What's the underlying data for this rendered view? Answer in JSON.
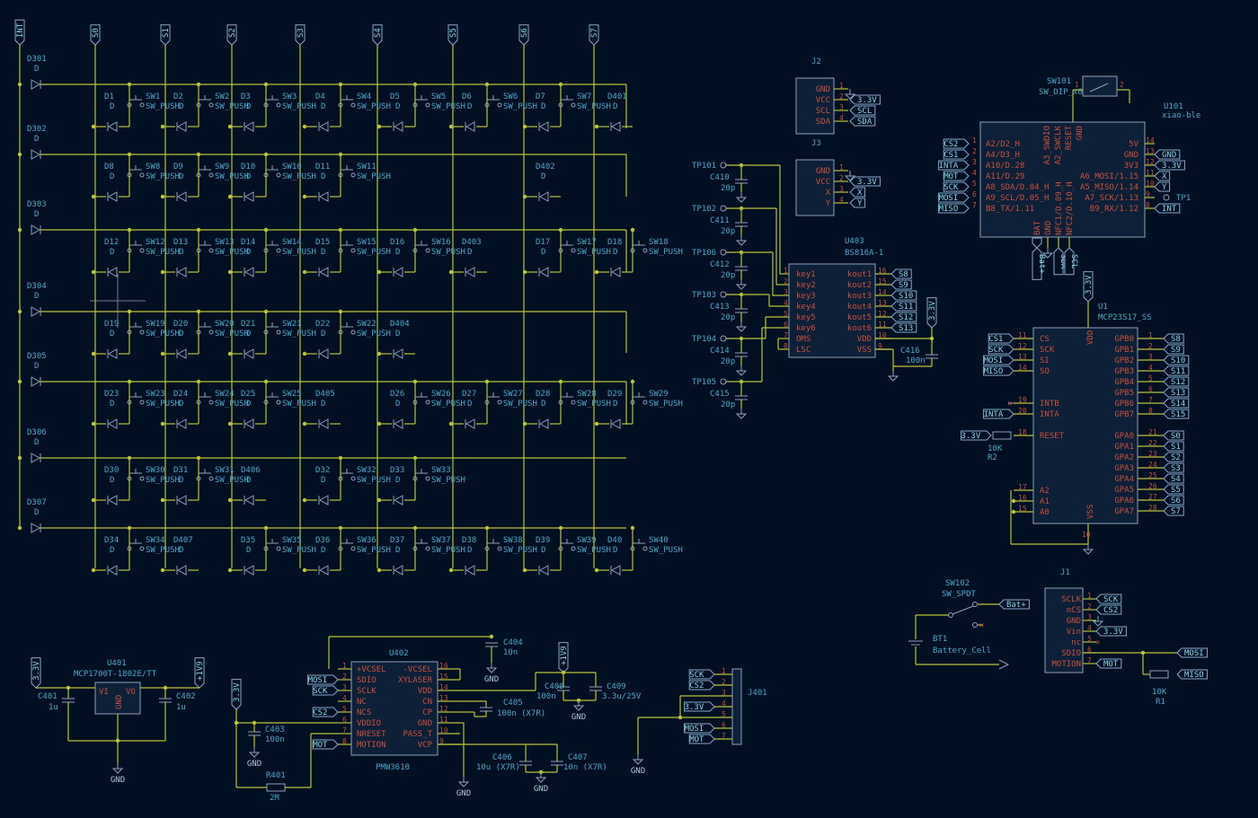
{
  "colors": {
    "background": "#001023",
    "wire": "#b8c23a",
    "part": "#8aa0b8",
    "ref": "#48a7c7",
    "pin": "#c8503c"
  },
  "row_diodes": [
    "D301",
    "D302",
    "D303",
    "D304",
    "D305",
    "D306",
    "D307"
  ],
  "col_labels": [
    "INT",
    "S0",
    "S1",
    "S2",
    "S3",
    "S4",
    "S5",
    "S6",
    "S7"
  ],
  "diode_value": "D",
  "sw_value": "SW_PUSH",
  "switches": [
    {
      "d": "D1",
      "sw": "SW1"
    },
    {
      "d": "D2",
      "sw": "SW2"
    },
    {
      "d": "D3",
      "sw": "SW3"
    },
    {
      "d": "D4",
      "sw": "SW4"
    },
    {
      "d": "D5",
      "sw": "SW5"
    },
    {
      "d": "D6",
      "sw": "SW6"
    },
    {
      "d": "D7",
      "sw": "SW7"
    },
    {
      "d": "D401",
      "sw": ""
    },
    {
      "d": "D8",
      "sw": "SW8"
    },
    {
      "d": "D9",
      "sw": "SW9"
    },
    {
      "d": "D10",
      "sw": "SW10"
    },
    {
      "d": "D11",
      "sw": "SW11"
    },
    {
      "d": "D402",
      "sw": ""
    },
    {
      "d": "D12",
      "sw": "SW12"
    },
    {
      "d": "D13",
      "sw": "SW13"
    },
    {
      "d": "D14",
      "sw": "SW14"
    },
    {
      "d": "D15",
      "sw": "SW15"
    },
    {
      "d": "D16",
      "sw": "SW16"
    },
    {
      "d": "D403",
      "sw": ""
    },
    {
      "d": "D17",
      "sw": "SW17"
    },
    {
      "d": "D18",
      "sw": "SW18"
    },
    {
      "d": "D19",
      "sw": "SW19"
    },
    {
      "d": "D20",
      "sw": "SW20"
    },
    {
      "d": "D21",
      "sw": "SW21"
    },
    {
      "d": "D22",
      "sw": "SW22"
    },
    {
      "d": "D404",
      "sw": ""
    },
    {
      "d": "D23",
      "sw": "SW23"
    },
    {
      "d": "D24",
      "sw": "SW24"
    },
    {
      "d": "D25",
      "sw": "SW25"
    },
    {
      "d": "D405",
      "sw": ""
    },
    {
      "d": "D26",
      "sw": "SW26"
    },
    {
      "d": "D27",
      "sw": "SW27"
    },
    {
      "d": "D28",
      "sw": "SW28"
    },
    {
      "d": "D29",
      "sw": "SW29"
    },
    {
      "d": "D30",
      "sw": "SW30"
    },
    {
      "d": "D31",
      "sw": "SW31"
    },
    {
      "d": "D406",
      "sw": ""
    },
    {
      "d": "D32",
      "sw": "SW32"
    },
    {
      "d": "D33",
      "sw": "SW33"
    },
    {
      "d": "D34",
      "sw": "SW34"
    },
    {
      "d": "D407",
      "sw": ""
    },
    {
      "d": "D35",
      "sw": "SW35"
    },
    {
      "d": "D36",
      "sw": "SW36"
    },
    {
      "d": "D37",
      "sw": "SW37"
    },
    {
      "d": "D38",
      "sw": "SW38"
    },
    {
      "d": "D39",
      "sw": "SW39"
    },
    {
      "d": "D40",
      "sw": "SW40"
    }
  ],
  "J2": {
    "ref": "J2",
    "pins": [
      "GND",
      "VCC",
      "SCL",
      "SDA"
    ],
    "nets": [
      "3.3V",
      "SCL",
      "SDA"
    ]
  },
  "J3": {
    "ref": "J3",
    "pins": [
      "GND",
      "VCC",
      "X",
      "Y"
    ],
    "nets": [
      "3.3V",
      "X",
      "Y"
    ]
  },
  "TP": [
    "TP101",
    "TP102",
    "TP106",
    "TP103",
    "TP104",
    "TP105"
  ],
  "caps_tp": [
    {
      "ref": "C410",
      "val": "20p"
    },
    {
      "ref": "C411",
      "val": "20p"
    },
    {
      "ref": "C412",
      "val": "20p"
    },
    {
      "ref": "C413",
      "val": "20p"
    },
    {
      "ref": "C414",
      "val": "20p"
    },
    {
      "ref": "C415",
      "val": "20p"
    }
  ],
  "U403": {
    "ref": "U403",
    "val": "BS816A-1",
    "left": [
      "key1",
      "key2",
      "key3",
      "key4",
      "key5",
      "key6",
      "OMS",
      "LSC"
    ],
    "right": [
      "kout1",
      "kout2",
      "kout3",
      "kout4",
      "kout5",
      "kout6",
      "VDD",
      "VSS"
    ],
    "nets": [
      "S8",
      "S9",
      "S10",
      "S11",
      "S12",
      "S13"
    ],
    "cap": "C416",
    "capval": "100n",
    "rail": "3.3V"
  },
  "SW101": {
    "ref": "SW101",
    "val": "SW_DIP_x01"
  },
  "U101": {
    "ref": "U101",
    "val": "xiao-ble",
    "left": [
      "A2/D2_H",
      "A4/D3_H",
      "A10/D.28",
      "A11/D.29",
      "A8_SDA/D.04_H",
      "A9_SCL/D.05_H",
      "B8_TX/1.11"
    ],
    "right": [
      "5V",
      "GND",
      "3V3",
      "A6_MOSI/1.15",
      "A5_MISO/1.14",
      "A7_SCK/1.13",
      "B9_RX/1.12"
    ],
    "top": [
      "A3_SWDIO",
      "A2_SWCLK",
      "RESET",
      "GND"
    ],
    "bottom": [
      "BAT",
      "GND",
      "NFC1/D.09_H",
      "NFC2/D.10_H"
    ],
    "lnets": [
      "CS2",
      "CS1",
      "INTA",
      "MOT",
      "SCK",
      "MOSI",
      "MISO"
    ],
    "rnets": [
      "3.3V",
      "X",
      "Y"
    ],
    "tp": "TP1",
    "int": "INT",
    "bnets": [
      "Bat+",
      "SDA",
      "SCL"
    ]
  },
  "U1": {
    "ref": "U1",
    "val": "MCP23S17_SS",
    "left": [
      "CS",
      "SCK",
      "SI",
      "SO",
      "INTB",
      "INTA",
      "RESET",
      "A2",
      "A1",
      "A0"
    ],
    "lnets": [
      "CS1",
      "SCK",
      "MOSI",
      "MISO",
      "INTA"
    ],
    "right": [
      "GPB0",
      "GPB1",
      "GPB2",
      "GPB3",
      "GPB4",
      "GPB5",
      "GPB6",
      "GPB7",
      "GPA0",
      "GPA1",
      "GPA2",
      "GPA3",
      "GPA4",
      "GPA5",
      "GPA6",
      "GPA7"
    ],
    "rnets": [
      "S8",
      "S9",
      "S10",
      "S11",
      "S12",
      "S13",
      "S14",
      "S15",
      "S0",
      "S1",
      "S2",
      "S3",
      "S4",
      "S5",
      "S6",
      "S7"
    ],
    "vdd": "VDD",
    "vss": "VSS",
    "rail": "3.3V",
    "r": "R2",
    "rval": "10K"
  },
  "SW102": {
    "ref": "SW102",
    "val": "SW_SPDT",
    "net": "Bat+"
  },
  "BT1": {
    "ref": "BT1",
    "val": "Battery_Cell"
  },
  "J1": {
    "ref": "J1",
    "pins": [
      "SCLK",
      "nCS",
      "GND",
      "Vin",
      "nc",
      "SDIO",
      "MOTION"
    ],
    "nets": [
      "SCK",
      "CS2",
      "3.3V",
      "MOSI",
      "MISO",
      "MOT"
    ],
    "r": "R1",
    "rval": "10K"
  },
  "U401": {
    "ref": "U401",
    "val": "MCP1700T-1802E/TT",
    "vi": "VI",
    "vo": "VO",
    "gnd": "GND",
    "cin": "C401",
    "cout": "C402",
    "capval": "1u",
    "in_rail": "3.3V",
    "out_rail": "+1V9"
  },
  "U402": {
    "ref": "U402",
    "val": "PMW3610",
    "left": [
      "+VCSEL",
      "SDIO",
      "SCLK",
      "NC",
      "NCS",
      "VDDIO",
      "NRESET",
      "MOTION"
    ],
    "right": [
      "-VCSEL",
      "XYLASER",
      "VDD",
      "CN",
      "CP",
      "GND",
      "PASS_T",
      "VCP"
    ],
    "lnets": [
      "MOSI",
      "SCK",
      "CS2",
      "MOT"
    ],
    "c403": "C403",
    "c403v": "100n",
    "r401": "R401",
    "r401v": "2M",
    "c404": "C404",
    "c404v": "10n",
    "c405": "C405",
    "c405v": "100n (X7R)",
    "c406": "C406",
    "c406v": "10u (X7R)",
    "c407": "C407",
    "c407v": "10n (X7R)",
    "c408": "C408",
    "c408v": "100n",
    "c409": "C409",
    "c409v": "3.3u/25V",
    "rail": "+1V9",
    "rail2": "3.3V"
  },
  "J401": {
    "ref": "J401",
    "nets": [
      "SCK",
      "CS2",
      "3.3V",
      "MOSI",
      "MOT"
    ]
  },
  "gnd_label": "GND"
}
